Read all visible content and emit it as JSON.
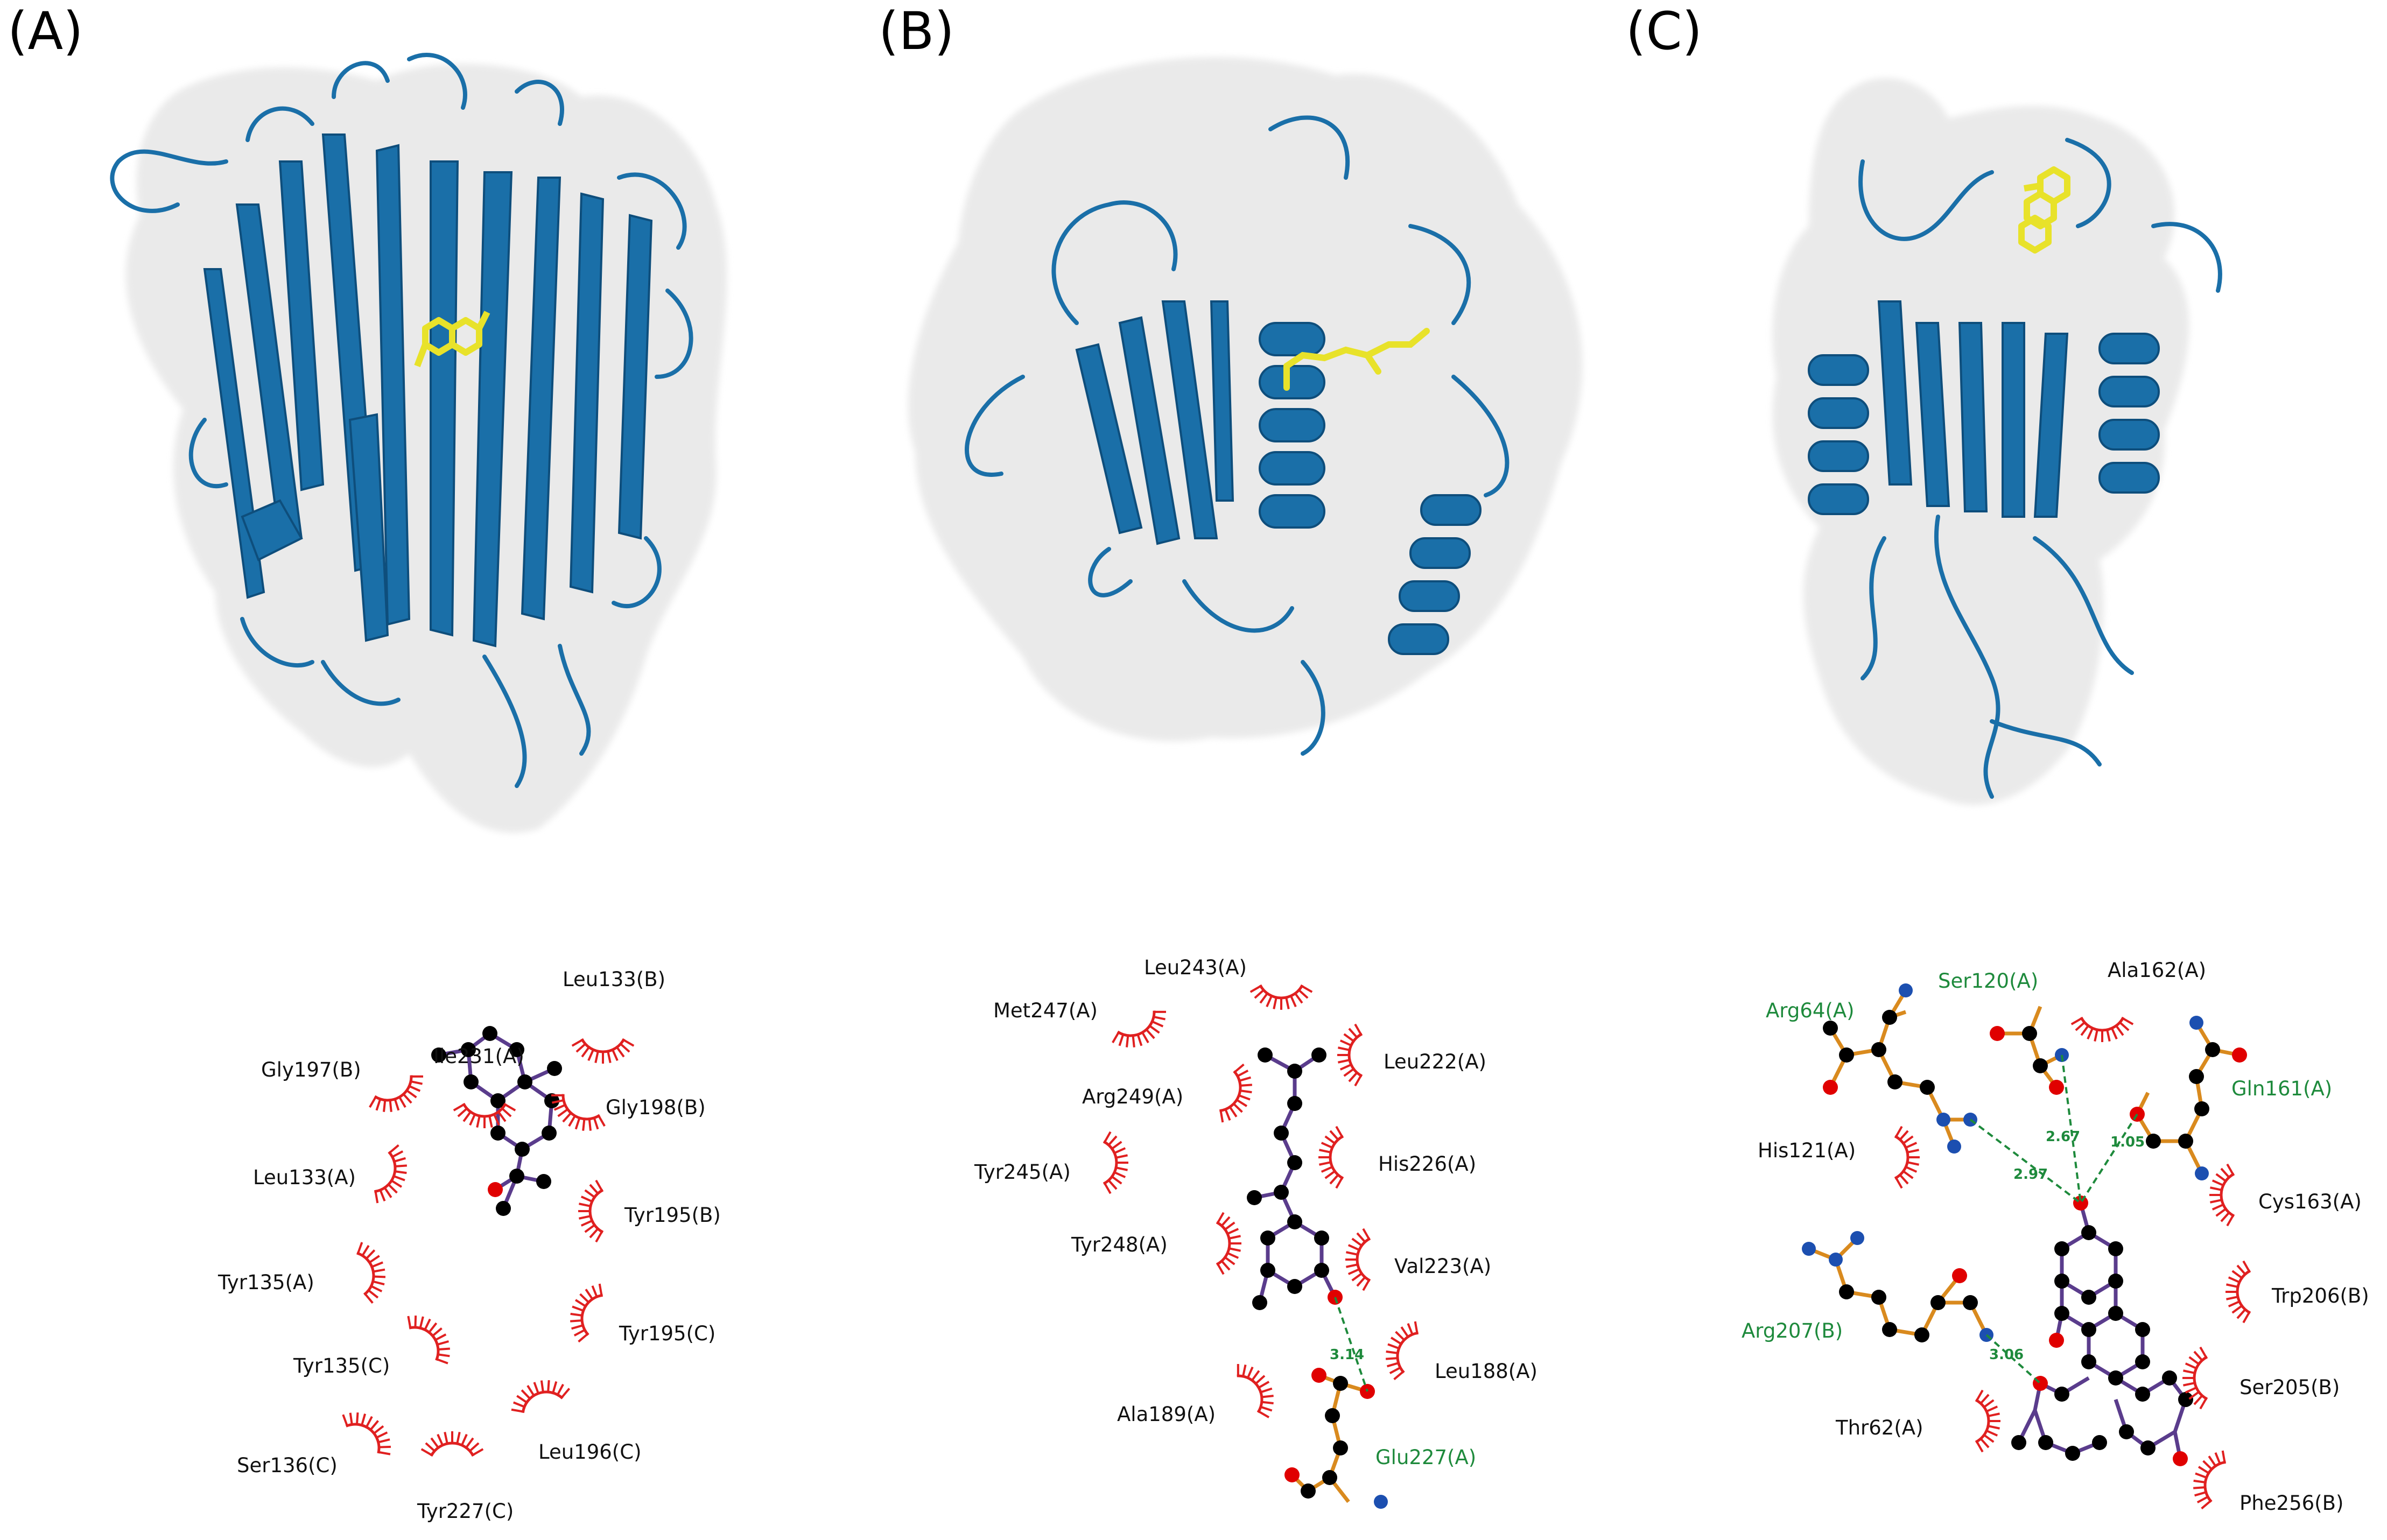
{
  "panels": [
    {
      "id": "A",
      "label": "(A)"
    },
    {
      "id": "B",
      "label": "(B)"
    },
    {
      "id": "C",
      "label": "(C)"
    }
  ],
  "colors": {
    "ribbon": "#1a6fa8",
    "ligand_3d": "#e8e22a",
    "surface": "#e9e9e9",
    "ligand_bond": "#5a3c8c",
    "residue_bond": "#d98a1e",
    "hydrophobic_arc": "#e02020",
    "hbond": "#1e8a3c",
    "atom_carbon": "#000000",
    "atom_oxygen": "#e00000",
    "atom_nitrogen": "#1c4fb0"
  },
  "interactions": {
    "A": {
      "hydrophobic": [
        "Leu133(B)",
        "Gly197(B)",
        "Ile231(A)",
        "Gly198(B)",
        "Leu133(A)",
        "Tyr195(B)",
        "Tyr135(A)",
        "Tyr195(C)",
        "Tyr135(C)",
        "Leu196(C)",
        "Ser136(C)",
        "Tyr227(C)"
      ],
      "hbond_residues": [],
      "distances": []
    },
    "B": {
      "hydrophobic": [
        "Leu243(A)",
        "Met247(A)",
        "Leu222(A)",
        "Arg249(A)",
        "His226(A)",
        "Tyr245(A)",
        "Tyr248(A)",
        "Val223(A)",
        "Leu188(A)",
        "Ala189(A)"
      ],
      "hbond_residues": [
        "Glu227(A)"
      ],
      "distances": [
        "3.14"
      ]
    },
    "C": {
      "hydrophobic": [
        "Ala162(A)",
        "His121(A)",
        "Cys163(A)",
        "Trp206(B)",
        "Ser205(B)",
        "Thr62(A)",
        "Phe256(B)"
      ],
      "hbond_residues": [
        "Arg64(A)",
        "Ser120(A)",
        "Gln161(A)",
        "Arg207(B)"
      ],
      "distances": [
        "2.67",
        "1.05",
        "2.97",
        "3.06"
      ]
    }
  }
}
